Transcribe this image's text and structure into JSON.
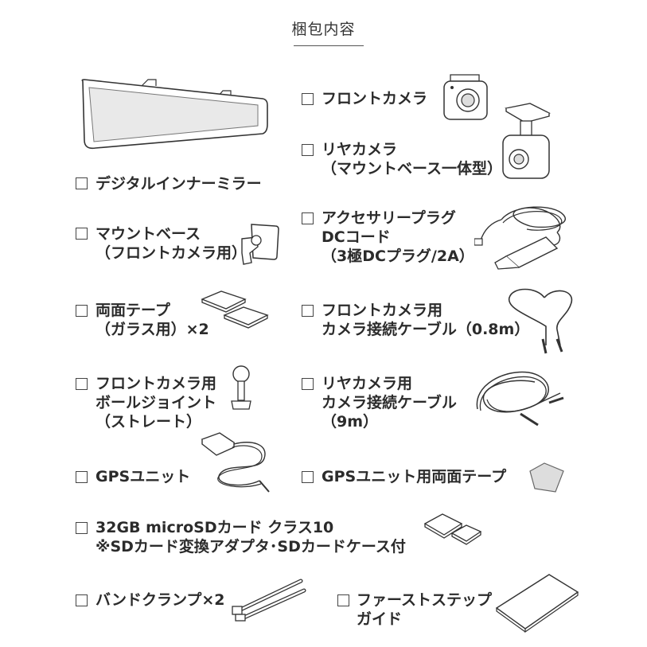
{
  "title": "梱包内容",
  "items": [
    {
      "lines": [
        "デジタルインナーミラー"
      ],
      "icon": "rear-view-mirror"
    },
    {
      "lines": [
        "マウントベース",
        "（フロントカメラ用）"
      ],
      "icon": "mount-base"
    },
    {
      "lines": [
        "両面テープ",
        "（ガラス用）×2"
      ],
      "icon": "double-sided-tape"
    },
    {
      "lines": [
        "フロントカメラ用",
        "ボールジョイント",
        "（ストレート）"
      ],
      "icon": "ball-joint"
    },
    {
      "lines": [
        "GPSユニット"
      ],
      "icon": "gps-unit"
    },
    {
      "lines": [
        "フロントカメラ"
      ],
      "icon": "front-camera"
    },
    {
      "lines": [
        "リヤカメラ",
        "（マウントベース一体型）"
      ],
      "icon": "rear-camera"
    },
    {
      "lines": [
        "アクセサリープラグ",
        "DCコード",
        "（3極DCプラグ/2A）"
      ],
      "icon": "dc-cord"
    },
    {
      "lines": [
        "フロントカメラ用",
        "カメラ接続ケーブル（0.8m）"
      ],
      "icon": "short-cable"
    },
    {
      "lines": [
        "リヤカメラ用",
        "カメラ接続ケーブル",
        "（9m）"
      ],
      "icon": "long-cable"
    },
    {
      "lines": [
        "GPSユニット用両面テープ"
      ],
      "icon": "gps-tape"
    },
    {
      "lines": [
        "32GB microSDカード クラス10",
        "※SDカード変換アダプタ･SDカードケース付"
      ],
      "icon": "microsd-card"
    },
    {
      "lines": [
        "バンドクランプ×2"
      ],
      "icon": "band-clamp"
    },
    {
      "lines": [
        "ファーストステップ",
        "ガイド"
      ],
      "icon": "first-step-guide"
    }
  ]
}
